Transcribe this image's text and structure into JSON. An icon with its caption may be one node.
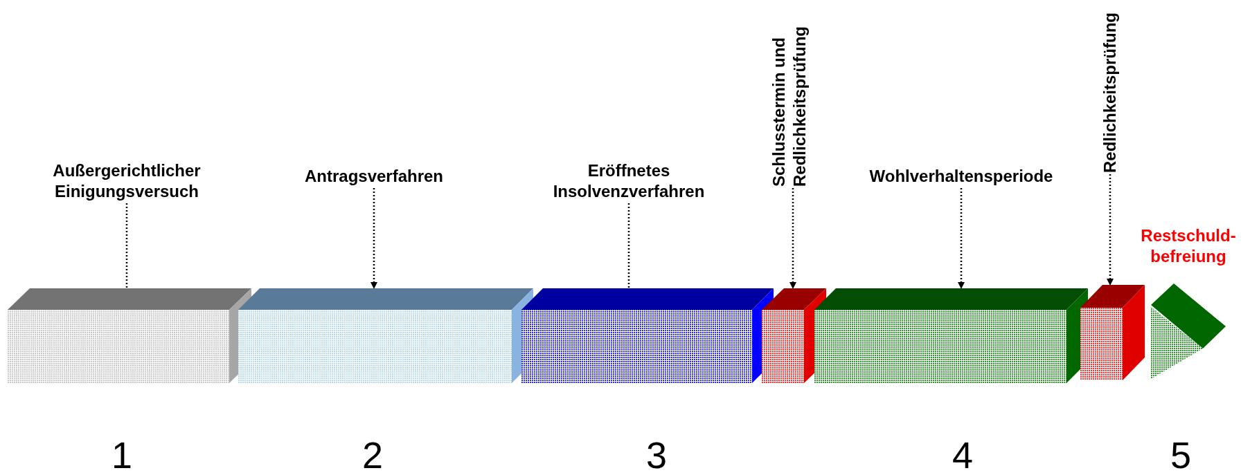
{
  "diagram": {
    "nodes": [
      {
        "text": [
          "Außergerichtlicher Einigungsversuch"
        ]
      },
      {
        "text": [
          "Antragsverfahren"
        ]
      },
      {
        "text": [
          "Eröffnetes Insolvenzverfahren"
        ]
      },
      {
        "text": [
          "Schlusstermin und Redlichkeitsprüfung"
        ]
      },
      {
        "text": [
          "Wohlverhaltensperiode"
        ]
      },
      {
        "text": [
          "Redlichkeitsprüfung"
        ]
      },
      {
        "text": [],
        "shape": "box"
      },
      {
        "text": [],
        "shape": "box"
      },
      {
        "text": [],
        "shape": "box"
      },
      {
        "text": [],
        "shape": "box"
      },
      {
        "text": [],
        "shape": "box"
      },
      {
        "text": [],
        "shape": "box"
      },
      {
        "text": [],
        "shape": "arrow",
        "beside": [
          "Restschuld- befreiung"
        ]
      }
    ],
    "edges": [
      {
        "from": 0,
        "to": 6,
        "arrow": "none",
        "style": "dashed"
      },
      {
        "from": 1,
        "to": 7,
        "arrow": "to",
        "style": "dashed"
      },
      {
        "from": 2,
        "to": 8,
        "arrow": "none",
        "style": "dashed"
      },
      {
        "from": 3,
        "to": 9,
        "arrow": "to",
        "style": "dashed"
      },
      {
        "from": 4,
        "to": 10,
        "arrow": "to",
        "style": "dashed"
      },
      {
        "from": 5,
        "to": 11,
        "arrow": "to",
        "style": "dashed"
      }
    ],
    "labels": [
      "1",
      "2",
      "3",
      "4",
      "5"
    ]
  }
}
